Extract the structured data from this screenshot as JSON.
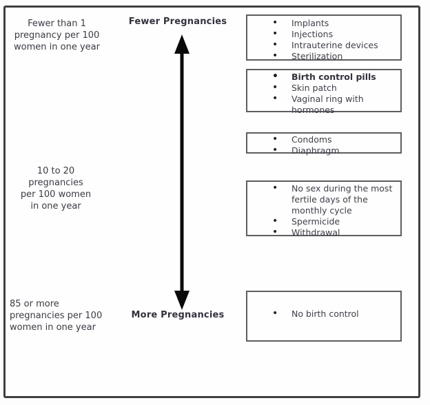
{
  "diagram": {
    "description": "Birth control effectiveness scale",
    "axis": {
      "top_label": "Fewer Pregnancies",
      "bottom_label": "More Pregnancies",
      "arrow_direction": "double-headed vertical"
    },
    "rate_labels": [
      "Fewer than 1\npregnancy per 100\nwomen in one year",
      "10 to 20\npregnancies\nper 100 women\nin one year",
      "85 or more\npregnancies per 100\nwomen in one year"
    ],
    "method_boxes": [
      {
        "items": [
          "Implants",
          "Injections",
          "Intrauterine devices",
          "Sterilization"
        ]
      },
      {
        "items": [
          "Birth control pills",
          "Skin patch",
          "Vaginal ring with\nhormones"
        ]
      },
      {
        "items": [
          "Condoms",
          "Diaphragm"
        ]
      },
      {
        "items": [
          "No sex during the most\nfertile days of the\nmonthly cycle",
          "Spermicide",
          "Withdrawal"
        ]
      },
      {
        "items": [
          "No birth control"
        ]
      }
    ],
    "colors": {
      "text": "#3a3a46",
      "bold_text": "#32323f",
      "outer_border": "#3f3f41",
      "box_border": "#5d5d60",
      "arrow": "#0a0a0a",
      "background": "#fefefe"
    }
  }
}
